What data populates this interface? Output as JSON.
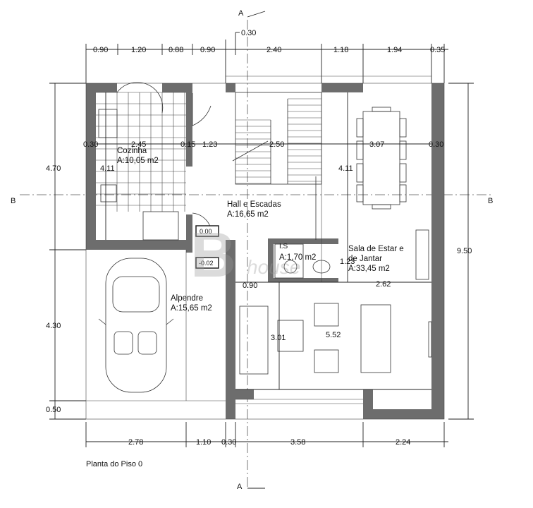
{
  "caption": "Planta do Piso 0",
  "section_markers": {
    "top": "A",
    "bottom": "A",
    "left": "B",
    "right": "B"
  },
  "dims_top_upper": {
    "d030": "0.30"
  },
  "dims_top": [
    "0.90",
    "1.20",
    "0.88",
    "0.90",
    "2.40",
    "1.18",
    "1.94",
    "0.35"
  ],
  "dims_bottom": [
    "2.78",
    "1.10",
    "0.30",
    "3.58",
    "2.24"
  ],
  "dims_left": [
    "4.70",
    "4.30",
    "0.50"
  ],
  "dims_right": [
    "9.50"
  ],
  "dims_inner": {
    "kitchen_width": "2.45",
    "kitchen_wall_left": "0.30",
    "kitchen_wall_right": "0.15",
    "hall_left_width": "1.23",
    "stair_width": "2.50",
    "dining_width": "3.07",
    "right_wall": "0.30",
    "kitchen_height": "4.11",
    "dining_height": "4.11",
    "wc_width": "0.90",
    "wc_height": "1.23",
    "living_left_width": "2.62",
    "living_height": "3.01",
    "living_width": "5.52"
  },
  "levels": {
    "floor": "0.00",
    "porch": "-0.02"
  },
  "rooms": {
    "kitchen": {
      "name": "Cozinha",
      "area": "A:10,05 m2"
    },
    "hall": {
      "name": "Hall e Escadas",
      "area": "A:16,65 m2"
    },
    "wc": {
      "name": "I.S",
      "area": "A:1,70 m2"
    },
    "living": {
      "name_line1": "Sala de Estar e",
      "name_line2": "de Jantar",
      "area": "A:33,45 m2"
    },
    "porch": {
      "name": "Alpendre",
      "area": "A:15,65 m2"
    }
  },
  "watermark": {
    "letter": "B",
    "word": "house"
  },
  "colors": {
    "wall": "#6d6d6d",
    "ink": "#111111",
    "background": "#ffffff"
  }
}
